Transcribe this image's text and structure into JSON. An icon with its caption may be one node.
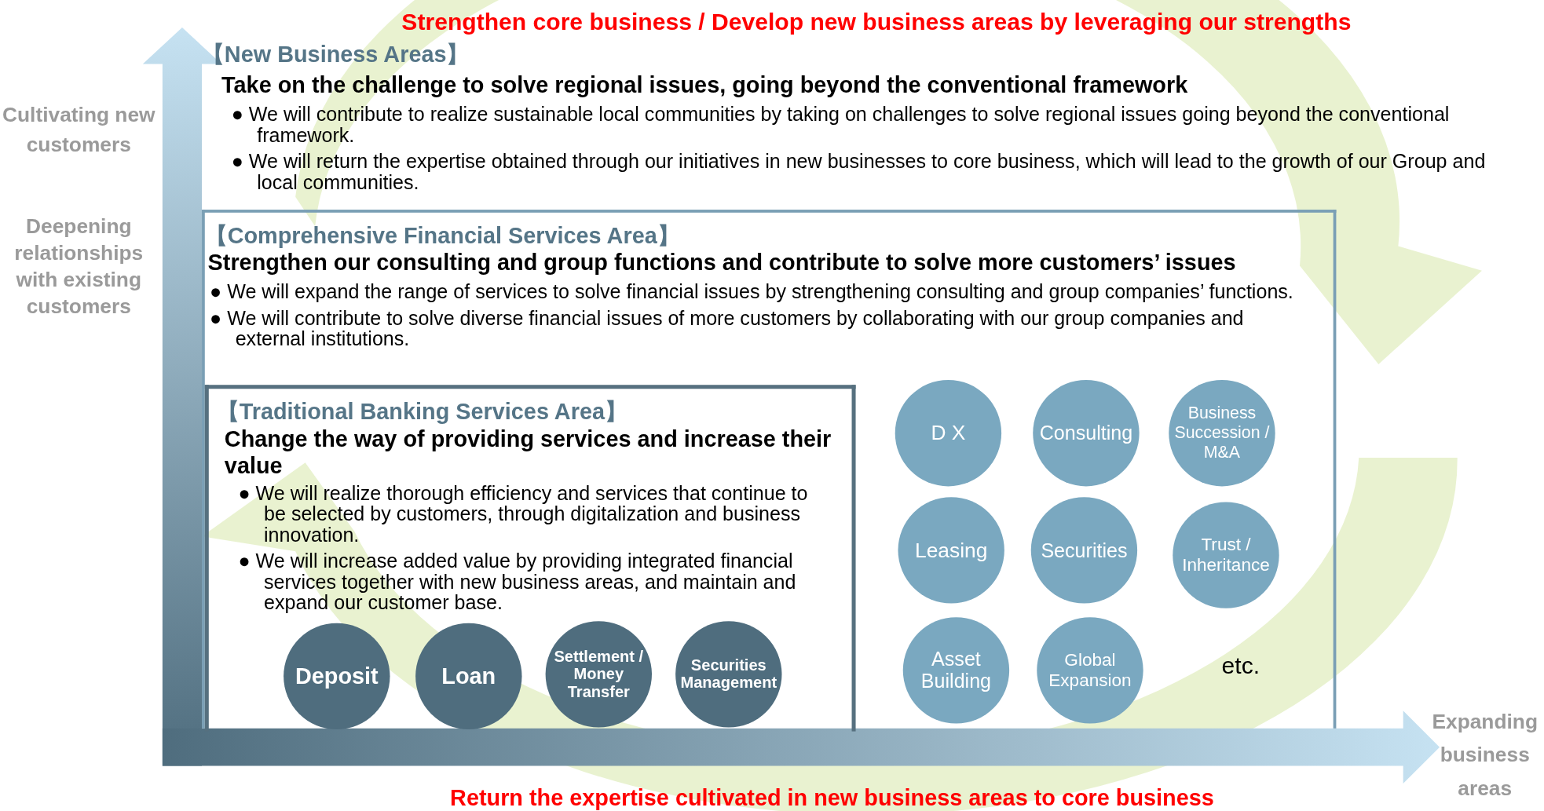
{
  "diagram": {
    "nodes": [
      {
        "text": [
          "【New Business Areas】",
          "Take on the challenge to solve regional issues, going beyond the conventional framework",
          "● We will contribute to realize sustainable local communities by taking on challenges to solve regional issues going beyond the conventional framework.",
          "● We will return the expertise obtained through our initiatives in new businesses to core business, which will lead to the growth of our Group and local communities."
        ]
      },
      {
        "text": [
          "【Comprehensive Financial Services Area】",
          "Strengthen our consulting and group functions and contribute to solve more customers’ issues",
          "● We will expand the range of services to solve financial issues by strengthening consulting and group companies’ functions.",
          "● We will contribute to solve diverse financial issues of more customers by collaborating with our group companies and external institutions."
        ],
        "in": 0
      },
      {
        "text": [
          "【Traditional Banking Services Area】",
          "Change the way of providing services and increase their value",
          "● We will realize thorough efficiency and services that continue to be selected by customers, through digitalization and business innovation.",
          "● We will increase added value by providing integrated financial services together with new business areas, and maintain and expand our customer base."
        ],
        "in": 1
      },
      {
        "text": [
          "Deposit"
        ],
        "in": 2
      },
      {
        "text": [
          "Loan"
        ],
        "in": 2
      },
      {
        "text": [
          "Settlement / Money Transfer"
        ],
        "in": 2
      },
      {
        "text": [
          "Securities Management"
        ],
        "in": 2
      },
      {
        "text": [
          "D X"
        ],
        "in": 1
      },
      {
        "text": [
          "Consulting"
        ],
        "in": 1
      },
      {
        "text": [
          "Business Succession / M&A"
        ],
        "in": 1
      },
      {
        "text": [
          "Leasing"
        ],
        "in": 1
      },
      {
        "text": [
          "Securities"
        ],
        "in": 1
      },
      {
        "text": [
          "Trust / Inheritance"
        ],
        "in": 1
      },
      {
        "text": [
          "Asset Building"
        ],
        "in": 1
      },
      {
        "text": [
          "Global Expansion"
        ],
        "in": 1
      }
    ],
    "labels": [
      "Strengthen core business / Develop new business areas by leveraging our strengths",
      "Cultivating new customers",
      "Deepening relationships with existing customers",
      "etc.",
      "Expanding business areas",
      "Return the expertise cultivated in new business areas to core business"
    ]
  }
}
